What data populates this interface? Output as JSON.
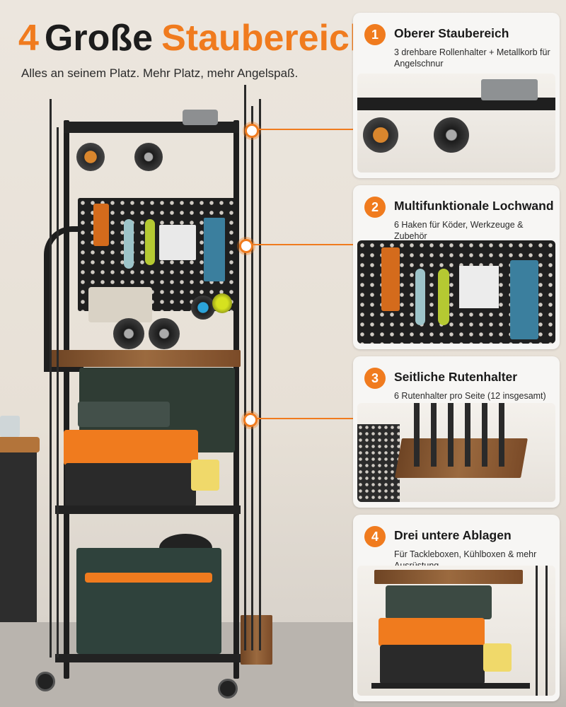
{
  "headline": {
    "number": "4",
    "word1": "Große",
    "word2": "Staubereiche",
    "subtitle": "Alles an seinem Platz. Mehr Platz, mehr Angelspaß."
  },
  "colors": {
    "accent": "#f07b1e",
    "dark": "#1c1c1c",
    "card_bg": "#f7f6f4"
  },
  "features": [
    {
      "number": "1",
      "title": "Oberer Staubereich",
      "desc": "3 drehbare Rollenhalter + Metallkorb für Angelschnur"
    },
    {
      "number": "2",
      "title": "Multifunktionale Lochwand",
      "desc": "6 Haken für Köder, Werkzeuge & Zubehör"
    },
    {
      "number": "3",
      "title": "Seitliche Rutenhalter",
      "desc": "6 Rutenhalter pro Seite (12 insgesamt)"
    },
    {
      "number": "4",
      "title": "Drei untere Ablagen",
      "desc": "Für Tackleboxen, Kühlboxen & mehr Ausrüstung"
    }
  ]
}
